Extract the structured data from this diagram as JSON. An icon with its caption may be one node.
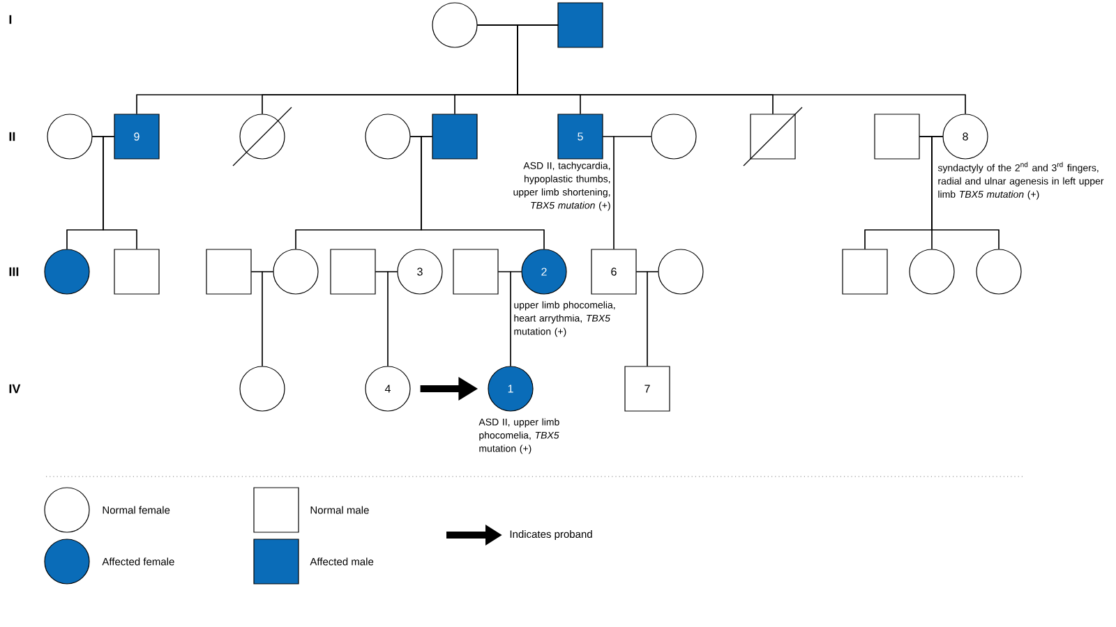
{
  "diagram": {
    "nodes": [
      {
        "text": [],
        "shape": "circle"
      },
      {
        "text": [],
        "shape": "box"
      },
      {
        "text": [],
        "shape": "circle"
      },
      {
        "text": [
          "9"
        ]
      },
      {
        "text": [],
        "shape": "circle"
      },
      {
        "text": [],
        "shape": "circle"
      },
      {
        "text": [],
        "shape": "box"
      },
      {
        "text": [
          "5"
        ],
        "beside": [
          "ASD II, tachycardia, hypoplastic thumbs, upper limb shortening, *TBX5 mutation* (+)"
        ]
      },
      {
        "text": [],
        "shape": "circle"
      },
      {
        "text": [],
        "shape": "box"
      },
      {
        "text": [],
        "shape": "box"
      },
      {
        "text": [
          "8"
        ],
        "beside": [
          "syndactyly of the 2$^{nd}$ and 3$^{rd}$ fingers, radial and ulnar agenesis in left upper limb *TBX5 mutation* (+)"
        ]
      },
      {
        "text": [],
        "shape": "circle"
      },
      {
        "text": [],
        "shape": "box"
      },
      {
        "text": [],
        "shape": "box"
      },
      {
        "text": [],
        "shape": "circle"
      },
      {
        "text": [],
        "shape": "box"
      },
      {
        "text": [
          "3"
        ]
      },
      {
        "text": [],
        "shape": "box"
      },
      {
        "text": [
          "2"
        ],
        "beside": [
          "upper limb phocomelia, heart arrythmia, *TBX5* mutation (+)"
        ]
      },
      {
        "text": [
          "6"
        ]
      },
      {
        "text": [],
        "shape": "circle"
      },
      {
        "text": [],
        "shape": "box"
      },
      {
        "text": [],
        "shape": "circle"
      },
      {
        "text": [],
        "shape": "circle"
      },
      {
        "text": [],
        "shape": "circle"
      },
      {
        "text": [
          "4"
        ]
      },
      {
        "text": [
          "1"
        ],
        "beside": [
          "ASD II, upper limb phocomelia, *TBX5* mutation (+)"
        ]
      },
      {
        "text": [
          "7"
        ]
      }
    ],
    "edges": [
      {
        "from": 0,
        "to": 1,
        "arrow": "none"
      },
      {
        "from": 2,
        "to": 3,
        "arrow": "none"
      },
      {
        "from": 5,
        "to": 6,
        "arrow": "none"
      },
      {
        "from": 7,
        "to": 8,
        "arrow": "none"
      },
      {
        "from": 10,
        "to": 11,
        "arrow": "none"
      },
      {
        "from": 14,
        "to": 15,
        "arrow": "none"
      },
      {
        "from": 16,
        "to": 17,
        "arrow": "none"
      },
      {
        "from": 18,
        "to": 19,
        "arrow": "none"
      },
      {
        "from": 20,
        "to": 21,
        "arrow": "none"
      },
      {
        "from": 0,
        "to": 3,
        "arrow": "none"
      },
      {
        "from": 1,
        "to": 3,
        "arrow": "none"
      },
      {
        "from": 0,
        "to": 4,
        "arrow": "none"
      },
      {
        "from": 1,
        "to": 4,
        "arrow": "none"
      },
      {
        "from": 0,
        "to": 6,
        "arrow": "none"
      },
      {
        "from": 1,
        "to": 6,
        "arrow": "none"
      },
      {
        "from": 0,
        "to": 7,
        "arrow": "none"
      },
      {
        "from": 1,
        "to": 7,
        "arrow": "none"
      },
      {
        "from": 0,
        "to": 9,
        "arrow": "none"
      },
      {
        "from": 1,
        "to": 9,
        "arrow": "none"
      },
      {
        "from": 0,
        "to": 11,
        "arrow": "none"
      },
      {
        "from": 1,
        "to": 11,
        "arrow": "none"
      },
      {
        "from": 2,
        "to": 12,
        "arrow": "none"
      },
      {
        "from": 3,
        "to": 12,
        "arrow": "none"
      },
      {
        "from": 2,
        "to": 13,
        "arrow": "none"
      },
      {
        "from": 3,
        "to": 13,
        "arrow": "none"
      },
      {
        "from": 5,
        "to": 15,
        "arrow": "none"
      },
      {
        "from": 6,
        "to": 15,
        "arrow": "none"
      },
      {
        "from": 5,
        "to": 19,
        "arrow": "none"
      },
      {
        "from": 6,
        "to": 19,
        "arrow": "none"
      },
      {
        "from": 7,
        "to": 20,
        "arrow": "none"
      },
      {
        "from": 8,
        "to": 20,
        "arrow": "none"
      },
      {
        "from": 10,
        "to": 22,
        "arrow": "none"
      },
      {
        "from": 11,
        "to": 22,
        "arrow": "none"
      },
      {
        "from": 10,
        "to": 23,
        "arrow": "none"
      },
      {
        "from": 11,
        "to": 23,
        "arrow": "none"
      },
      {
        "from": 10,
        "to": 24,
        "arrow": "none"
      },
      {
        "from": 11,
        "to": 24,
        "arrow": "none"
      },
      {
        "from": 14,
        "to": 25,
        "arrow": "none"
      },
      {
        "from": 15,
        "to": 25,
        "arrow": "none"
      },
      {
        "from": 16,
        "to": 26,
        "arrow": "none"
      },
      {
        "from": 17,
        "to": 26,
        "arrow": "none"
      },
      {
        "from": 18,
        "to": 27,
        "arrow": "none"
      },
      {
        "from": 19,
        "to": 27,
        "arrow": "none"
      },
      {
        "from": 20,
        "to": 28,
        "arrow": "none"
      },
      {
        "from": 21,
        "to": 28,
        "arrow": "none"
      },
      {
        "from": 26,
        "to": 27,
        "arrow": "to",
        "style": "thick"
      }
    ],
    "labels": [
      "I",
      "II",
      "III",
      "IV"
    ],
    "legend": [
      {
        "text": "Normal female"
      },
      {
        "text": "Normal male"
      },
      {
        "text": "Indicates proband"
      },
      {
        "text": "Affected female",
        "color": "#0a6cb8"
      },
      {
        "text": "Affected male",
        "color": "#0a6cb8"
      }
    ]
  }
}
